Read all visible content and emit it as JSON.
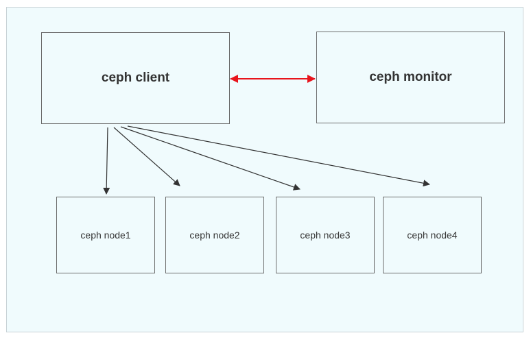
{
  "diagram": {
    "nodes": {
      "client": "ceph client",
      "monitor": "ceph monitor",
      "node1": "ceph node1",
      "node2": "ceph node2",
      "node3": "ceph node3",
      "node4": "ceph node4"
    },
    "edges": [
      {
        "from": "client",
        "to": "monitor",
        "direction": "both",
        "color": "#e8141c"
      },
      {
        "from": "client",
        "to": "node1",
        "direction": "forward",
        "color": "#333333"
      },
      {
        "from": "client",
        "to": "node2",
        "direction": "forward",
        "color": "#333333"
      },
      {
        "from": "client",
        "to": "node3",
        "direction": "forward",
        "color": "#333333"
      },
      {
        "from": "client",
        "to": "node4",
        "direction": "forward",
        "color": "#333333"
      }
    ],
    "colors": {
      "background": "#f0fbfd",
      "border": "#6b6b6b",
      "text": "#333333"
    }
  }
}
